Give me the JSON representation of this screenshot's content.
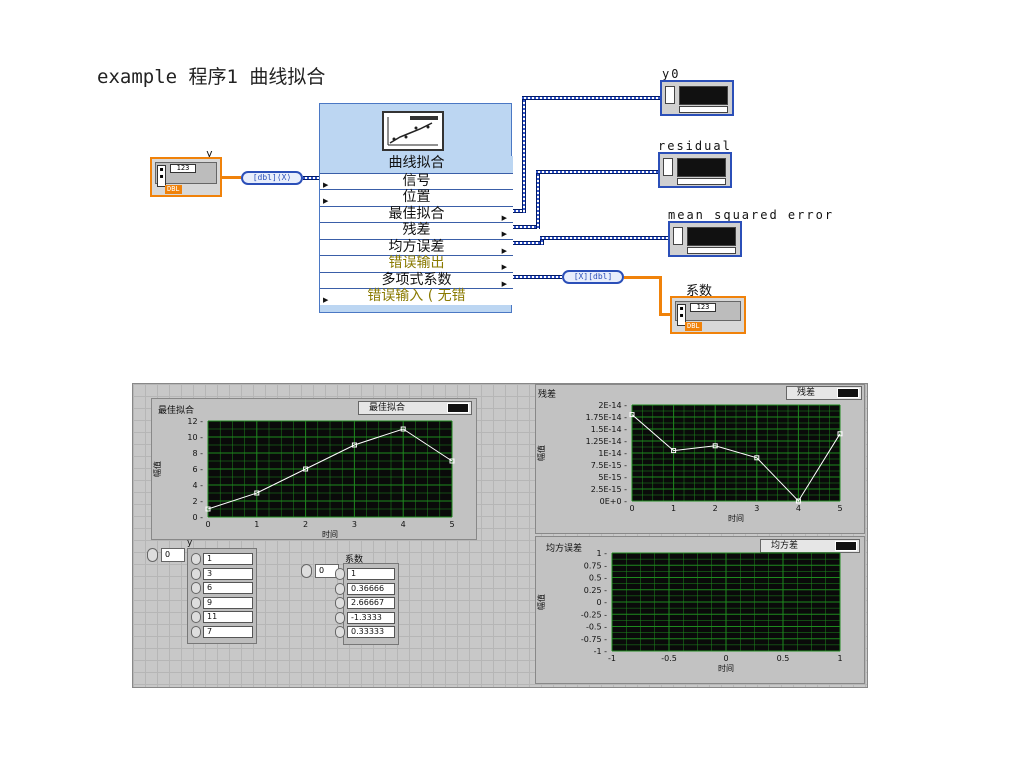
{
  "title": "example  程序1 曲线拟合",
  "diagram": {
    "y_control": {
      "label": "y",
      "numeric": "123",
      "type": "DBL"
    },
    "converter_in": "[dbl]⟨X⟩",
    "express_vi": {
      "name": "曲线拟合",
      "inputs": [
        "信号",
        "位置"
      ],
      "outputs": [
        "最佳拟合",
        "残差",
        "均方误差",
        "错误输出",
        "多项式系数"
      ],
      "error_input": "错误输入 ( 无错"
    },
    "converter_out": "[X][dbl]",
    "indicators": [
      {
        "label": "y0"
      },
      {
        "label": "residual"
      },
      {
        "label": "mean squared error"
      }
    ],
    "coef_indicator": {
      "label": "系数",
      "numeric": "123",
      "type": "DBL"
    }
  },
  "front_panel": {
    "graph1": {
      "title": "最佳拟合",
      "legend": "最佳拟合",
      "xlabel": "时间",
      "ylabel": "幅值",
      "y_ticks": [
        "12",
        "10",
        "8",
        "6",
        "4",
        "2",
        "0"
      ],
      "x_ticks": [
        "0",
        "1",
        "2",
        "3",
        "4",
        "5"
      ]
    },
    "graph2": {
      "title": "残差",
      "legend": "残差",
      "xlabel": "时间",
      "ylabel": "幅值",
      "y_ticks": [
        "2E-14",
        "1.75E-14",
        "1.5E-14",
        "1.25E-14",
        "1E-14",
        "7.5E-15",
        "5E-15",
        "2.5E-15",
        "0E+0"
      ],
      "x_ticks": [
        "0",
        "1",
        "2",
        "3",
        "4",
        "5"
      ]
    },
    "graph3": {
      "title": "均方误差",
      "legend": "均方差",
      "xlabel": "时间",
      "ylabel": "幅值",
      "y_ticks": [
        "1",
        "0.75",
        "0.5",
        "0.25",
        "0",
        "-0.25",
        "-0.5",
        "-0.75",
        "-1"
      ],
      "x_ticks": [
        "-1",
        "-0.5",
        "0",
        "0.5",
        "1"
      ]
    },
    "y_array": {
      "label": "y",
      "index": "0",
      "values": [
        "1",
        "3",
        "6",
        "9",
        "11",
        "7"
      ]
    },
    "coef_array": {
      "label": "系数",
      "index": "0",
      "values": [
        "1",
        "0.36666",
        "2.66667",
        "-1.3333",
        "0.33333"
      ]
    }
  },
  "chart_data": [
    {
      "type": "line",
      "title": "最佳拟合",
      "xlabel": "时间",
      "ylabel": "幅值",
      "x": [
        0,
        1,
        2,
        3,
        4,
        5
      ],
      "series": [
        {
          "name": "最佳拟合",
          "values": [
            1,
            3,
            6,
            9,
            11,
            7
          ]
        }
      ],
      "xlim": [
        0,
        5
      ],
      "ylim": [
        0,
        12
      ],
      "grid": true,
      "colors": {
        "plot_bg": "#0a0a0a",
        "grid": "#1e8a1e",
        "line": "#ffffff"
      }
    },
    {
      "type": "line",
      "title": "残差",
      "xlabel": "时间",
      "ylabel": "幅值",
      "x": [
        0,
        1,
        2,
        3,
        4,
        5
      ],
      "series": [
        {
          "name": "残差",
          "values": [
            1.8e-14,
            1.05e-14,
            1.15e-14,
            9e-15,
            0,
            1.4e-14
          ]
        }
      ],
      "xlim": [
        0,
        5
      ],
      "ylim": [
        0,
        2e-14
      ],
      "grid": true,
      "colors": {
        "plot_bg": "#0a0a0a",
        "grid": "#1e8a1e",
        "line": "#ffffff"
      }
    },
    {
      "type": "line",
      "title": "均方误差",
      "xlabel": "时间",
      "ylabel": "幅值",
      "x": [],
      "series": [
        {
          "name": "均方差",
          "values": []
        }
      ],
      "xlim": [
        -1,
        1
      ],
      "ylim": [
        -1,
        1
      ],
      "grid": true,
      "colors": {
        "plot_bg": "#0a0a0a",
        "grid": "#1e8a1e",
        "line": "#ffffff"
      }
    }
  ]
}
